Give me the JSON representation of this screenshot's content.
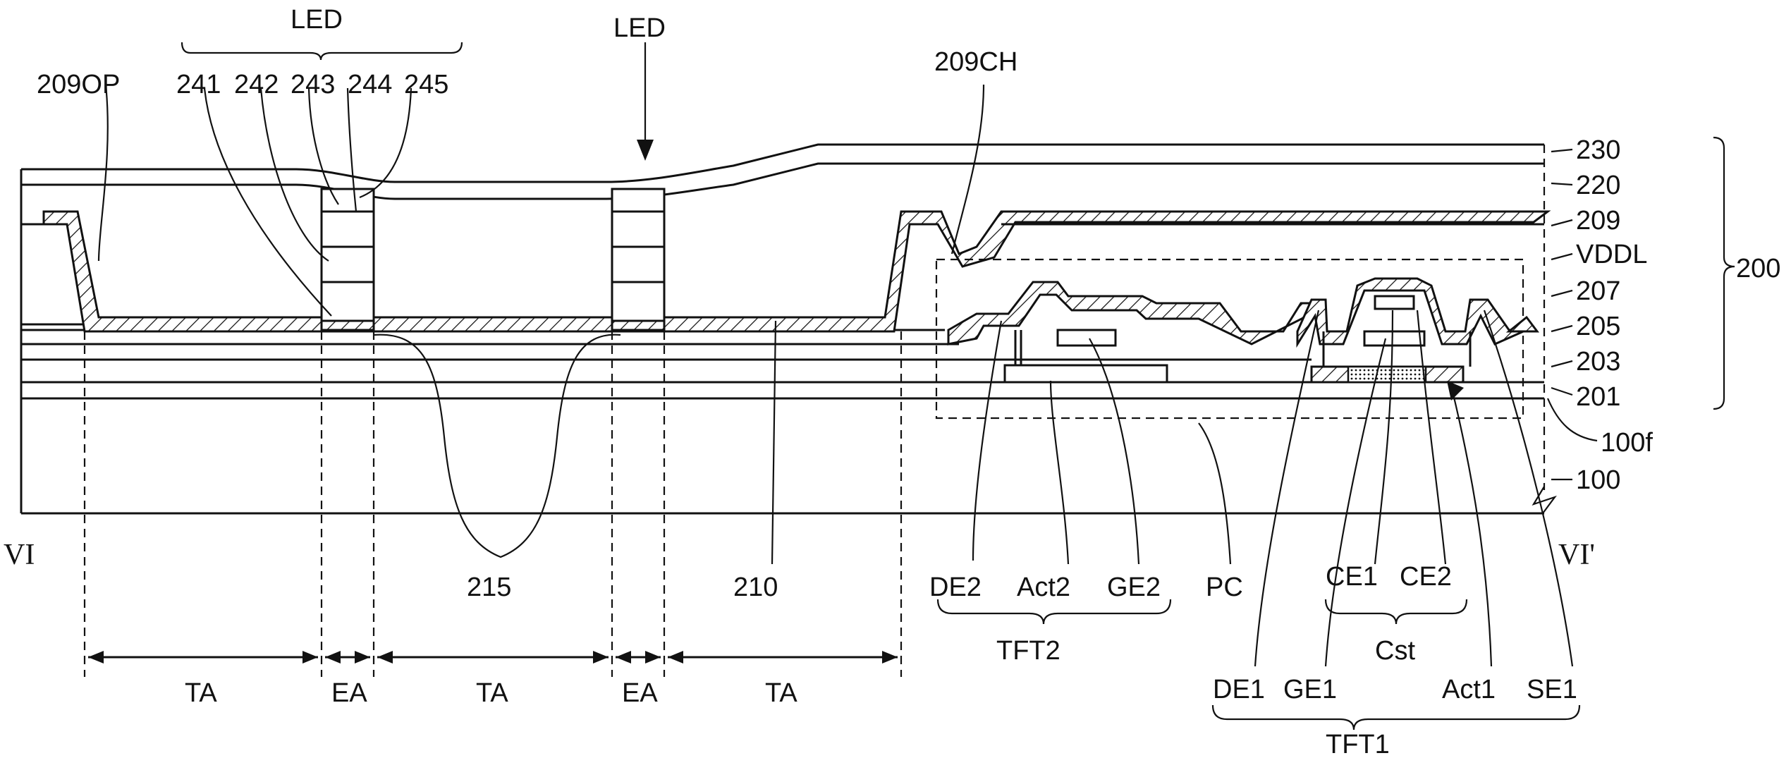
{
  "labels": {
    "led_top": "LED",
    "led_mid": "LED",
    "opening": "209OP",
    "contact_hole": "209CH",
    "l241": "241",
    "l242": "242",
    "l243": "243",
    "l244": "244",
    "l245": "245",
    "l230": "230",
    "l220": "220",
    "l209": "209",
    "vddl": "VDDL",
    "l207": "207",
    "l205": "205",
    "l203": "203",
    "l201": "201",
    "l200": "200",
    "l100f": "100f",
    "l100": "100",
    "vi_left": "VI",
    "vi_right": "VI'",
    "l215": "215",
    "l210": "210",
    "de2": "DE2",
    "act2": "Act2",
    "ge2": "GE2",
    "tft2": "TFT2",
    "pc": "PC",
    "ce1": "CE1",
    "ce2": "CE2",
    "cst": "Cst",
    "de1": "DE1",
    "ge1": "GE1",
    "act1": "Act1",
    "se1": "SE1",
    "tft1": "TFT1",
    "ta1": "TA",
    "ea1": "EA",
    "ta2": "TA",
    "ea2": "EA",
    "ta3": "TA"
  }
}
